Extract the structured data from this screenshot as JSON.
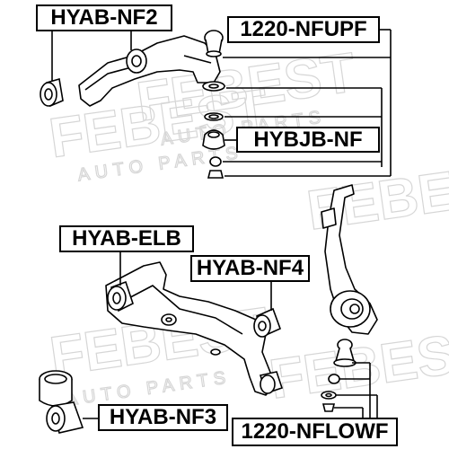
{
  "labels": {
    "hyab_nf2": "HYAB-NF2",
    "nfupf": "1220-NFUPF",
    "hybjb": "HYBJB-NF",
    "hyab_elb": "HYAB-ELB",
    "hyab_nf4": "HYAB-NF4",
    "hyab_nf3": "HYAB-NF3",
    "nflowf": "1220-NFLOWF"
  },
  "watermark": {
    "brand": "FEBEST",
    "tagline": "AUTO PARTS"
  },
  "colors": {
    "line": "#000000",
    "watermark": "#d9d9d9",
    "background": "#ffffff"
  }
}
